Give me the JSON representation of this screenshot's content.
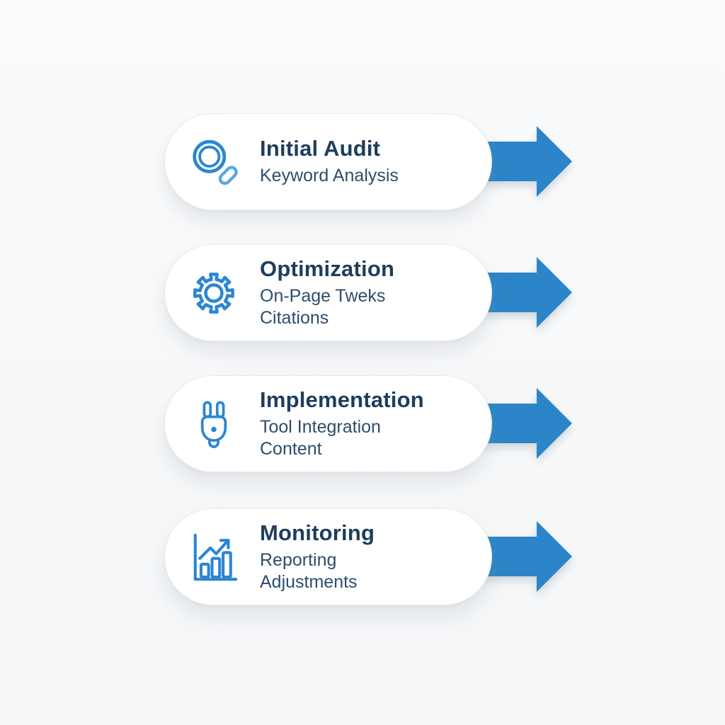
{
  "figure": {
    "type": "process-flow-infographic",
    "colors": {
      "arrow": "#2b85c8",
      "icon": "#2c86d2",
      "icon_light": "#58a7e6",
      "title": "#1e3d5c",
      "subtitle": "#2e4d6b",
      "card_bg": "#ffffff",
      "card_border": "#e9ebee",
      "background": "#f6f8f9"
    },
    "steps": [
      {
        "icon": "magnifier-search-icon",
        "title": "Initial Audit",
        "line1": "Keyword Analysis",
        "line2": ""
      },
      {
        "icon": "gear-icon",
        "title": "Optimization",
        "line1": "On-Page Tweks",
        "line2": "Citations"
      },
      {
        "icon": "plug-icon",
        "title": "Implementation",
        "line1": "Tool Integration",
        "line2": "Content"
      },
      {
        "icon": "bar-chart-icon",
        "title": "Monitoring",
        "line1": "Reporting",
        "line2": "Adjustments"
      }
    ]
  }
}
